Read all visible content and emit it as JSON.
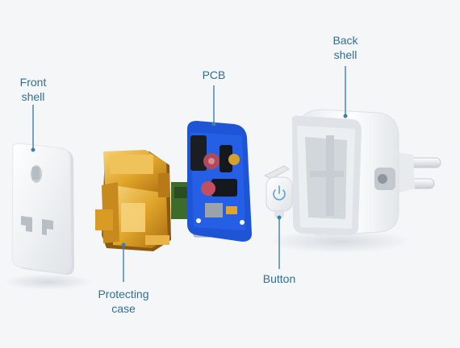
{
  "labels": {
    "front_shell": [
      "Front",
      "shell"
    ],
    "pcb": [
      "PCB"
    ],
    "back_shell": [
      "Back",
      "shell"
    ],
    "protecting_case": [
      "Protecting",
      "case"
    ],
    "button": [
      "Button"
    ]
  },
  "colors": {
    "background": "#f4f6f8",
    "label_text": "#2f6f94",
    "leader_line": "#3d7fb0",
    "shell_white": "#f7f8f9",
    "brass": "#e0a52a",
    "pcb_blue": "#1e55d6"
  },
  "icons": [
    "power-icon"
  ]
}
